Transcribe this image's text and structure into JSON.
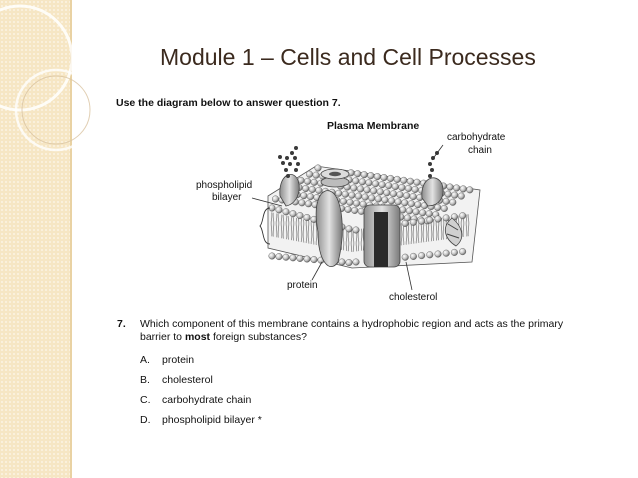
{
  "slide": {
    "title": "Module 1 – Cells and Cell Processes",
    "instruction": "Use the diagram below to answer question 7."
  },
  "diagram": {
    "title": "Plasma Membrane",
    "labels": {
      "carbohydrate_line1": "carbohydrate",
      "carbohydrate_line2": "chain",
      "phospholipid_line1": "phospholipid",
      "phospholipid_line2": "bilayer",
      "protein": "protein",
      "cholesterol": "cholesterol"
    }
  },
  "question": {
    "number": "7.",
    "text_before": "Which component of this membrane contains a hydrophobic region and acts as the primary barrier to ",
    "emphasis": "most",
    "text_after": " foreign substances?",
    "options": [
      {
        "letter": "A.",
        "text": "protein"
      },
      {
        "letter": "B.",
        "text": "cholesterol"
      },
      {
        "letter": "C.",
        "text": "carbohydrate chain"
      },
      {
        "letter": "D.",
        "text": "phospholipid bilayer *"
      }
    ]
  },
  "colors": {
    "side_panel": "#f6e6c4",
    "title_text": "#3b2a1e"
  }
}
